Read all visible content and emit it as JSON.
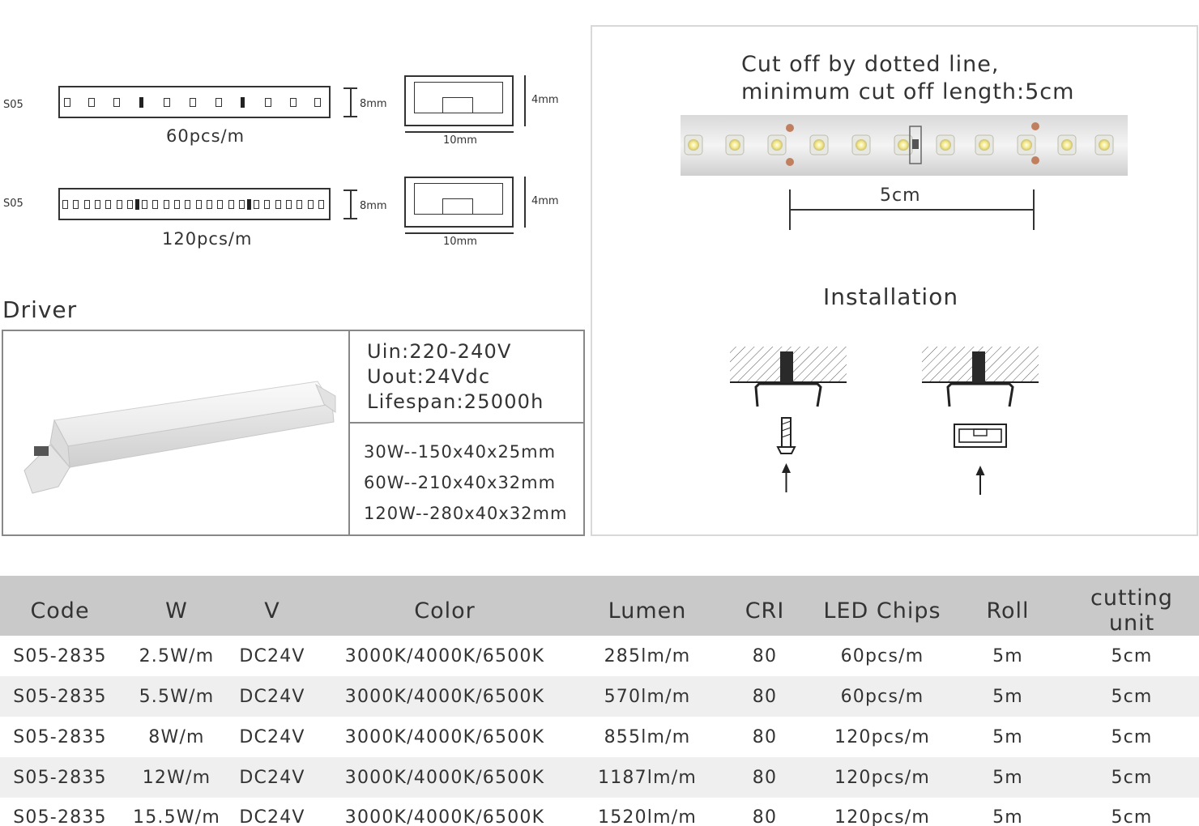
{
  "strips": [
    {
      "code": "S05",
      "height": "8mm",
      "density": "60pcs/m",
      "profile_h": "4mm",
      "profile_w": "10mm"
    },
    {
      "code": "S05",
      "height": "8mm",
      "density": "120pcs/m",
      "profile_h": "4mm",
      "profile_w": "10mm"
    }
  ],
  "driver": {
    "title": "Driver",
    "specs": [
      "Uin:220-240V",
      "Uout:24Vdc",
      "Lifespan:25000h"
    ],
    "sizes": [
      "30W--150x40x25mm",
      "60W--210x40x32mm",
      "120W--280x40x32mm"
    ]
  },
  "cut": {
    "note_line1": "Cut off by dotted line,",
    "note_line2": "minimum cut off length:5cm",
    "length": "5cm"
  },
  "installation": {
    "title": "Installation"
  },
  "table": {
    "headers": [
      "Code",
      "W",
      "V",
      "Color",
      "Lumen",
      "CRI",
      "LED Chips",
      "Roll",
      "cutting unit"
    ],
    "rows": [
      [
        "S05-2835",
        "2.5W/m",
        "DC24V",
        "3000K/4000K/6500K",
        "285lm/m",
        "80",
        "60pcs/m",
        "5m",
        "5cm"
      ],
      [
        "S05-2835",
        "5.5W/m",
        "DC24V",
        "3000K/4000K/6500K",
        "570lm/m",
        "80",
        "60pcs/m",
        "5m",
        "5cm"
      ],
      [
        "S05-2835",
        "8W/m",
        "DC24V",
        "3000K/4000K/6500K",
        "855lm/m",
        "80",
        "120pcs/m",
        "5m",
        "5cm"
      ],
      [
        "S05-2835",
        "12W/m",
        "DC24V",
        "3000K/4000K/6500K",
        "1187lm/m",
        "80",
        "120pcs/m",
        "5m",
        "5cm"
      ],
      [
        "S05-2835",
        "15.5W/m",
        "DC24V",
        "3000K/4000K/6500K",
        "1520lm/m",
        "80",
        "120pcs/m",
        "5m",
        "5cm"
      ]
    ]
  },
  "colors": {
    "header_bg": "#c9c9c9",
    "alt_row_bg": "#efefef",
    "text": "#333333"
  }
}
